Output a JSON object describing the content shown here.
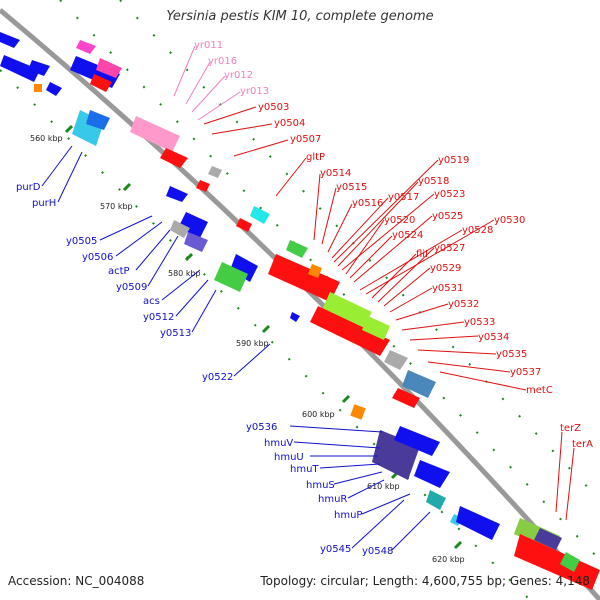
{
  "header": {
    "title": "Yersinia pestis KIM 10, complete genome"
  },
  "footer": {
    "accession": "Accession: NC_004088",
    "topology": "Topology: circular; Length: 4,600,755 bp; Genes: 4,148"
  },
  "colors": {
    "backbone": "#999999",
    "forward_label": "#1010cc",
    "reverse_label": "#e01010",
    "rna_label": "#f080c0",
    "tick": "#1a8a1a"
  },
  "scale": {
    "ticks": [
      "560 kbp",
      "570 kbp",
      "580 kbp",
      "590 kbp",
      "600 kbp",
      "610 kbp",
      "620 kbp"
    ]
  },
  "labels": {
    "rna": [
      "yr011",
      "yr016",
      "yr012",
      "yr013"
    ],
    "reverse": [
      "y0503",
      "y0504",
      "y0507",
      "gltP",
      "y0514",
      "y0515",
      "y0516",
      "y0517",
      "y0519",
      "y0518",
      "y0523",
      "y0520",
      "y0524",
      "y0525",
      "y0528",
      "y0530",
      "fliI",
      "y0527",
      "y0529",
      "y0531",
      "y0532",
      "y0533",
      "y0534",
      "y0535",
      "y0537",
      "metC",
      "terZ",
      "terA"
    ],
    "forward": [
      "purD",
      "purH",
      "y0505",
      "y0506",
      "actP",
      "y0509",
      "acs",
      "y0512",
      "y0513",
      "y0522",
      "y0536",
      "hmuV",
      "hmuU",
      "hmuT",
      "hmuS",
      "hmuR",
      "hmuP",
      "y0545",
      "y0548"
    ]
  }
}
